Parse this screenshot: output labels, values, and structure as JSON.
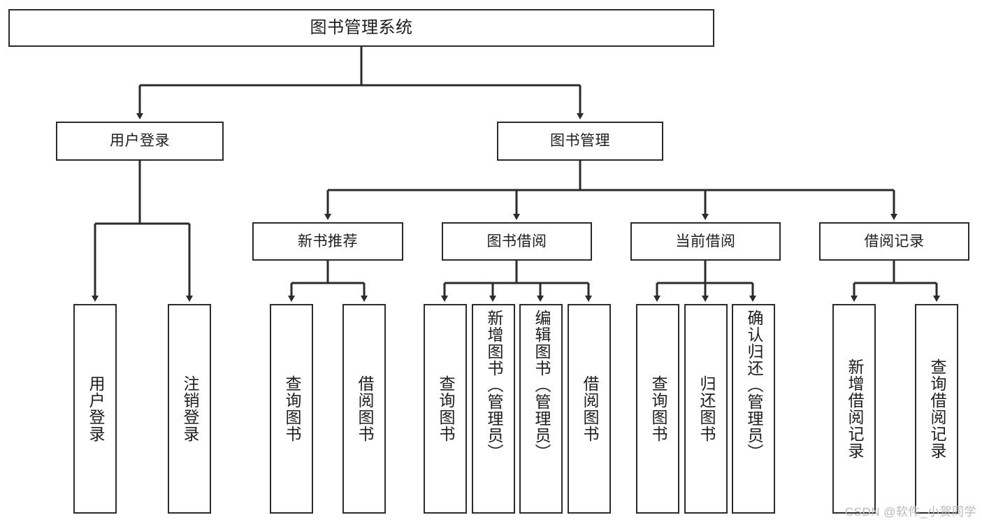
{
  "diagram": {
    "title": "图书管理系统",
    "watermark": "CSDN @软件_小贺同学",
    "colors": {
      "border": "#2b2b2b",
      "background": "#ffffff",
      "text": "#1d1d1d",
      "connector": "#2b2b2b",
      "watermark": "#b9b9b9"
    },
    "root": {
      "label": "图书管理系统"
    },
    "level1": [
      {
        "label": "用户登录"
      },
      {
        "label": "图书管理"
      }
    ],
    "level2": [
      {
        "label": "新书推荐"
      },
      {
        "label": "图书借阅"
      },
      {
        "label": "当前借阅"
      },
      {
        "label": "借阅记录"
      }
    ],
    "leaves": {
      "user_login": [
        {
          "label": "用户登录"
        },
        {
          "label": "注销登录"
        }
      ],
      "new_books": [
        {
          "label": "查询图书"
        },
        {
          "label": "借阅图书"
        }
      ],
      "book_borrow": [
        {
          "label": "查询图书"
        },
        {
          "label": "新增图书（管理员）"
        },
        {
          "label": "编辑图书（管理员）"
        },
        {
          "label": "借阅图书"
        }
      ],
      "current_borrow": [
        {
          "label": "查询图书"
        },
        {
          "label": "归还图书"
        },
        {
          "label": "确认归还（管理员）"
        }
      ],
      "borrow_records": [
        {
          "label": "新增借阅记录"
        },
        {
          "label": "查询借阅记录"
        }
      ]
    }
  }
}
